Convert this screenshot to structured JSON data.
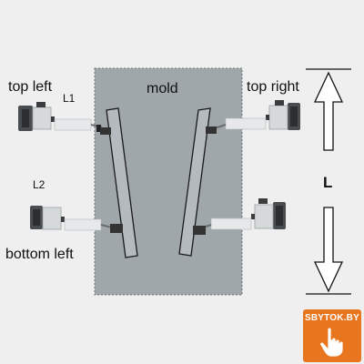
{
  "labels": {
    "mold": "mold",
    "top_left": "top left",
    "top_right": "top right",
    "bottom_left": "bottom left",
    "l1": "L1",
    "l2": "L2",
    "length": "L"
  },
  "badge": {
    "text": "SBYTOK.BY",
    "hand_icon": "pointing-hand-icon",
    "color": "#e8761f"
  },
  "colors": {
    "background": "#efefef",
    "mold_fill": "#9fa7ab",
    "mold_border": "#6d7478"
  }
}
